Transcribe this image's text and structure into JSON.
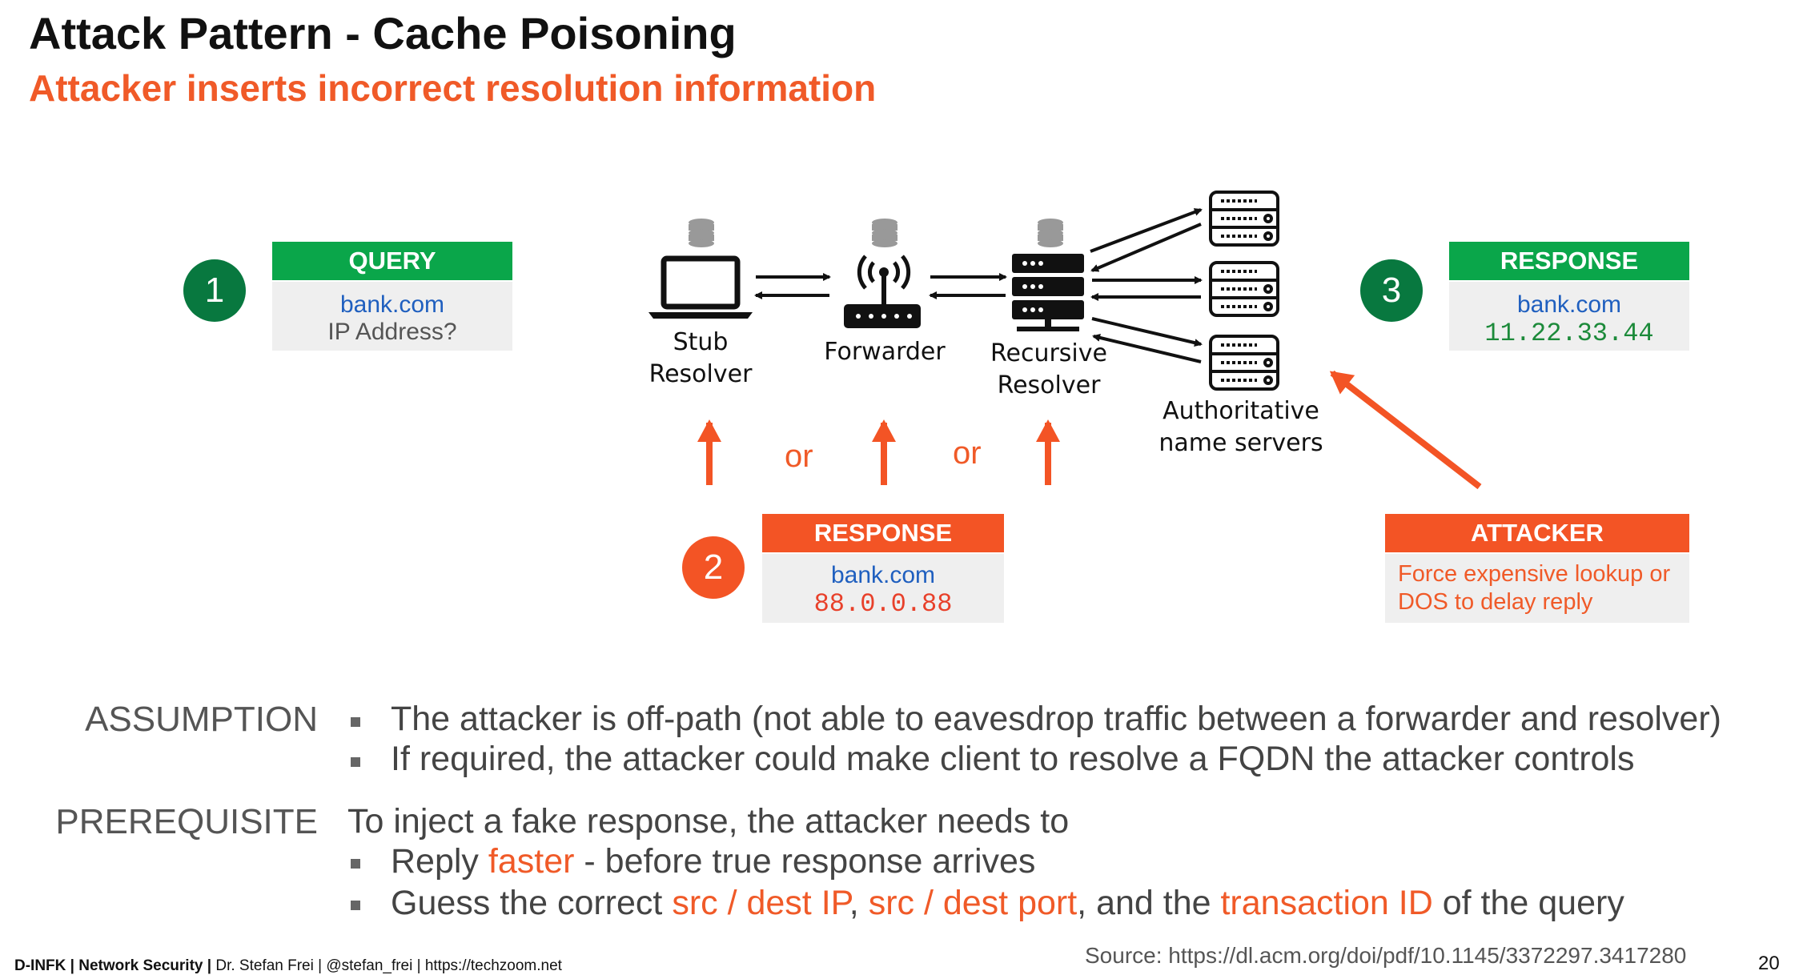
{
  "title": "Attack Pattern - Cache Poisoning",
  "subtitle": "Attacker inserts incorrect resolution information",
  "query_box": {
    "number": "1",
    "header": "QUERY",
    "line1": "bank.com",
    "line2": "IP Address?"
  },
  "response_box_3": {
    "number": "3",
    "header": "RESPONSE",
    "line1": "bank.com",
    "line2": "11.22.33.44"
  },
  "response_box_2": {
    "number": "2",
    "header": "RESPONSE",
    "line1": "bank.com",
    "line2": "88.0.0.88"
  },
  "attacker_box": {
    "header": "ATTACKER",
    "line1": "Force expensive lookup or",
    "line2": "DOS to delay reply"
  },
  "nodes": {
    "stub_line1": "Stub",
    "stub_line2": "Resolver",
    "forwarder": "Forwarder",
    "recursive_line1": "Recursive",
    "recursive_line2": "Resolver",
    "auth_line1": "Authoritative",
    "auth_line2": "name servers"
  },
  "or_1": "or",
  "or_2": "or",
  "assumption": {
    "label": "ASSUMPTION",
    "items": [
      "The attacker is off-path (not able to eavesdrop traffic between a forwarder and resolver)",
      "If required, the attacker could make client to resolve a FQDN the attacker controls"
    ]
  },
  "prerequisite": {
    "label": "PREREQUISITE",
    "intro": "To inject a fake response, the attacker needs to",
    "item1": {
      "pre": "Reply ",
      "hl": "faster",
      "post": " - before true response arrives"
    },
    "item2": {
      "pre": "Guess the correct ",
      "hl1": "src / dest IP",
      "mid1": ", ",
      "hl2": "src / dest port",
      "mid2": ", and the ",
      "hl3": "transaction ID",
      "post": " of the query"
    }
  },
  "footer": {
    "bold": "D-INFK | Network Security |",
    "rest": " Dr. Stefan Frei | @stefan_frei | https://techzoom.net"
  },
  "source": "Source: https://dl.acm.org/doi/pdf/10.1145/3372297.3417280",
  "page_number": "20",
  "colors": {
    "accent": "#f05a28",
    "green": "#0aa64a",
    "dark_green": "#08783f",
    "orange": "#f35425"
  }
}
